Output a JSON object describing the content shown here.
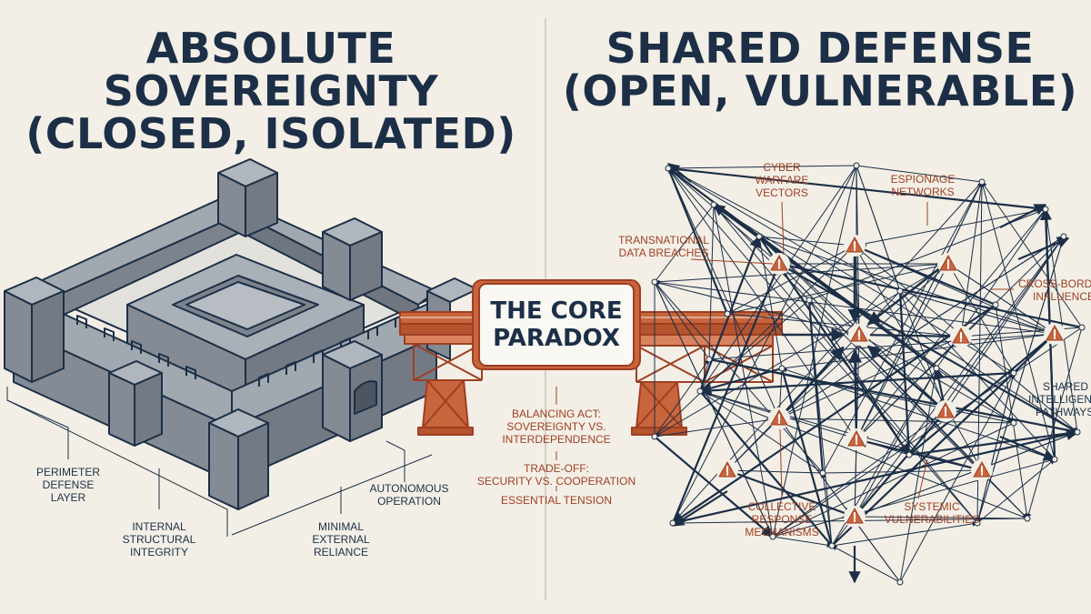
{
  "left": {
    "title_lines": [
      "ABSOLUTE SOVEREIGNTY",
      "(CLOSED, ISOLATED)"
    ],
    "labels": {
      "perimeter": [
        "PERIMETER",
        "DEFENSE",
        "LAYER"
      ],
      "internal": [
        "INTERNAL",
        "STRUCTURAL",
        "INTEGRITY"
      ],
      "minimal": [
        "MINIMAL",
        "EXTERNAL",
        "RELIANCE"
      ],
      "autonomous": [
        "AUTONOMOUS",
        "OPERATION"
      ]
    }
  },
  "right": {
    "title_lines": [
      "SHARED DEFENSE",
      "(OPEN, VULNERABLE)"
    ],
    "labels": {
      "cyber": [
        "CYBER",
        "WARFARE",
        "VECTORS"
      ],
      "espionage": [
        "ESPIONAGE",
        "NETWORKS"
      ],
      "transnational": [
        "TRANSNATIONAL",
        "DATA BREACHES"
      ],
      "cross_border": [
        "CROSS-BORDER",
        "INFLUENCE"
      ],
      "shared_intel": [
        "SHARED",
        "INTELLIGENCE",
        "PATHWAYS"
      ],
      "collective": [
        "COLLECTIVE",
        "RESPONSE",
        "MECHANISMS"
      ],
      "systemic": [
        "SYSTEMIC",
        "VULNERABILITIES"
      ]
    }
  },
  "bridge": {
    "title_lines": [
      "THE CORE",
      "PARADOX"
    ],
    "notes": {
      "balancing": [
        "BALANCING ACT:",
        "SOVEREIGNTY VS.",
        "INTERDEPENDENCE"
      ],
      "tradeoff": [
        "TRADE-OFF:",
        "SECURITY VS. COOPERATION"
      ],
      "tension": [
        "ESSENTIAL TENSION"
      ]
    }
  },
  "colors": {
    "navy": "#1c2f47",
    "rust": "#c8653d",
    "rust_dark": "#9e3f22",
    "stone": "#8f959e",
    "paper": "#f3efe6"
  }
}
